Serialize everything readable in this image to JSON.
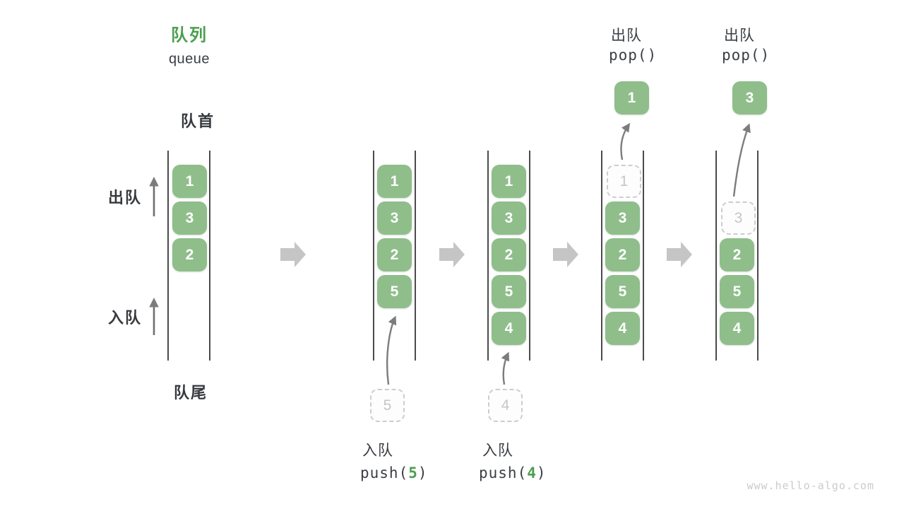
{
  "title": {
    "zh": "队列",
    "en": "queue"
  },
  "labels": {
    "front": "队首",
    "rear": "队尾",
    "dequeue_side": "出队",
    "enqueue_side": "入队"
  },
  "ops": {
    "push5": {
      "verb": "入队",
      "fn": "push(",
      "arg": "5",
      "close": ")"
    },
    "push4": {
      "verb": "入队",
      "fn": "push(",
      "arg": "4",
      "close": ")"
    },
    "pop1": {
      "verb": "出队",
      "code": "pop()"
    },
    "pop2": {
      "verb": "出队",
      "code": "pop()"
    }
  },
  "states": {
    "s1": {
      "cells": [
        "1",
        "3",
        "2"
      ]
    },
    "s2": {
      "cells": [
        "1",
        "3",
        "2",
        "5"
      ],
      "incoming": "5"
    },
    "s3": {
      "cells": [
        "1",
        "3",
        "2",
        "5",
        "4"
      ],
      "incoming": "4"
    },
    "s4": {
      "ghost": "1",
      "cells": [
        "3",
        "2",
        "5",
        "4"
      ],
      "popped": "1"
    },
    "s5": {
      "ghost": "3",
      "cells": [
        "2",
        "5",
        "4"
      ],
      "popped": "3"
    }
  },
  "watermark": "www.hello-algo.com",
  "colors": {
    "box_green": "#8FBE8B",
    "accent_green": "#4C9F50",
    "text_dark": "#3A3E43",
    "thin_arrow_gray": "#7C7C7C",
    "block_arrow_gray": "#C5C5C5",
    "ghost_gray": "#C6C6C6",
    "container_line": "#4B4B4B"
  }
}
